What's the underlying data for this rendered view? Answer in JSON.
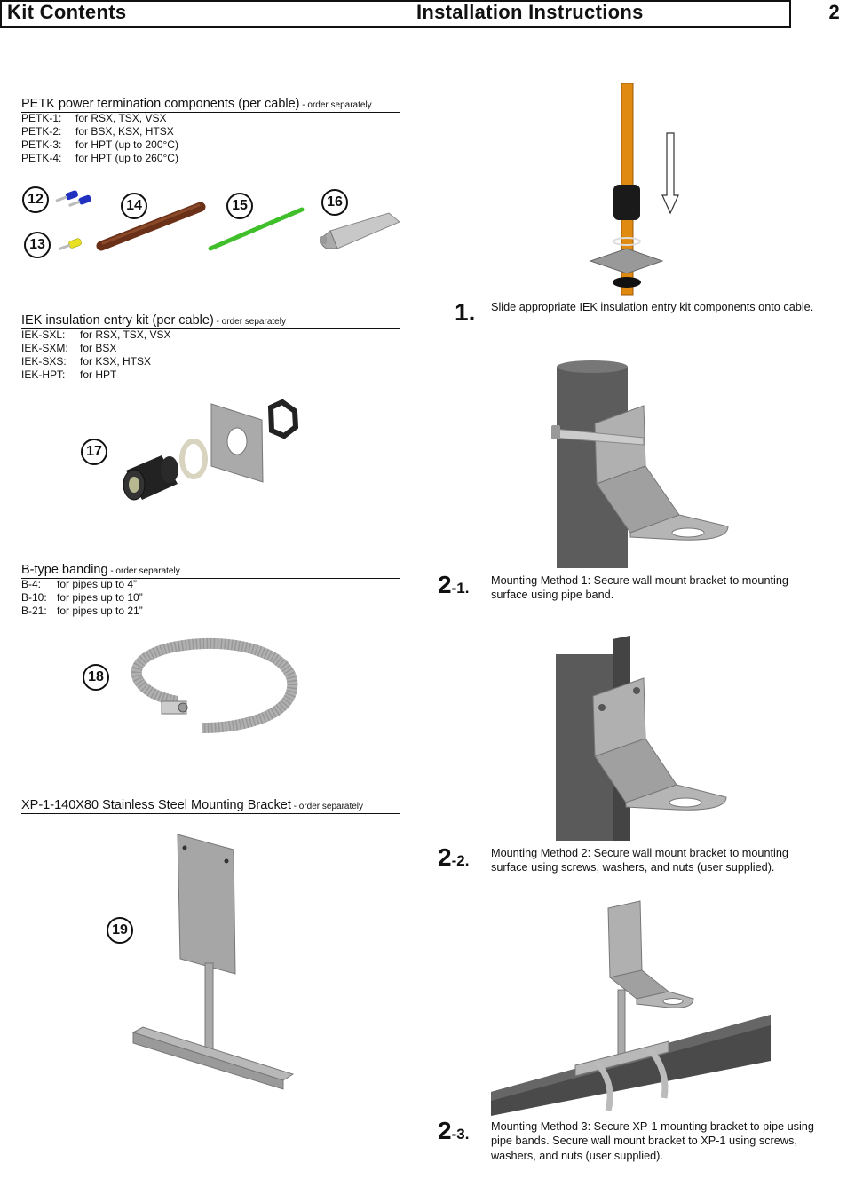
{
  "header": {
    "left_title": "Kit Contents",
    "center_title": "Installation Instructions",
    "page_number": "2"
  },
  "sections": {
    "petk": {
      "title": "PETK power termination components (per cable)",
      "note": " - order separately",
      "items": [
        {
          "code": "PETK-1:",
          "desc": "for RSX, TSX, VSX"
        },
        {
          "code": "PETK-2:",
          "desc": "for BSX, KSX, HTSX"
        },
        {
          "code": "PETK-3:",
          "desc": "for HPT (up to 200°C)"
        },
        {
          "code": "PETK-4:",
          "desc": "for HPT (up to 260°C)"
        }
      ]
    },
    "iek": {
      "title": "IEK insulation entry kit (per cable)",
      "note": " - order separately",
      "items": [
        {
          "code": "IEK-SXL:",
          "desc": "for RSX, TSX, VSX"
        },
        {
          "code": "IEK-SXM:",
          "desc": "for BSX"
        },
        {
          "code": "IEK-SXS:",
          "desc": "for KSX, HTSX"
        },
        {
          "code": "IEK-HPT:",
          "desc": "for HPT"
        }
      ]
    },
    "banding": {
      "title": "B-type banding",
      "note": " - order separately",
      "items": [
        {
          "code": "B-4:",
          "desc": "for pipes up to 4”"
        },
        {
          "code": "B-10:",
          "desc": "for pipes up to 10”"
        },
        {
          "code": "B-21:",
          "desc": "for pipes up to 21”"
        }
      ]
    },
    "bracket": {
      "title": "XP-1-140X80 Stainless Steel Mounting Bracket",
      "note": " - order separately"
    }
  },
  "badges": [
    "12",
    "13",
    "14",
    "15",
    "16",
    "17",
    "18",
    "19"
  ],
  "steps": [
    {
      "major": "1.",
      "minor": "",
      "text": "Slide appropriate IEK insulation entry kit components onto cable."
    },
    {
      "major": "2",
      "minor": "-1.",
      "text": "Mounting Method 1: Secure wall mount bracket to mounting surface using pipe band."
    },
    {
      "major": "2",
      "minor": "-2.",
      "text": "Mounting Method 2: Secure wall mount bracket to mounting surface using screws, washers, and nuts (user supplied)."
    },
    {
      "major": "2",
      "minor": "-3.",
      "text": "Mounting Method 3: Secure XP-1 mounting bracket to pipe using pipe bands.  Secure wall mount bracket to XP-1 using screws, washers, and nuts (user supplied)."
    }
  ],
  "colors": {
    "cable_orange": "#e08a12",
    "brown_sleeve": "#6b3018",
    "green_sleeve": "#3fbf2a",
    "steel": "#a9a9a9",
    "dark_pipe": "#545454",
    "blue_terminal": "#2030c0",
    "yellow_terminal": "#e8e020"
  },
  "icons": [
    "ferrule-blue-icon",
    "ferrule-yellow-icon",
    "sleeve-brown-icon",
    "sleeve-green-icon",
    "tube-icon",
    "gland-icon",
    "down-arrow-icon"
  ]
}
